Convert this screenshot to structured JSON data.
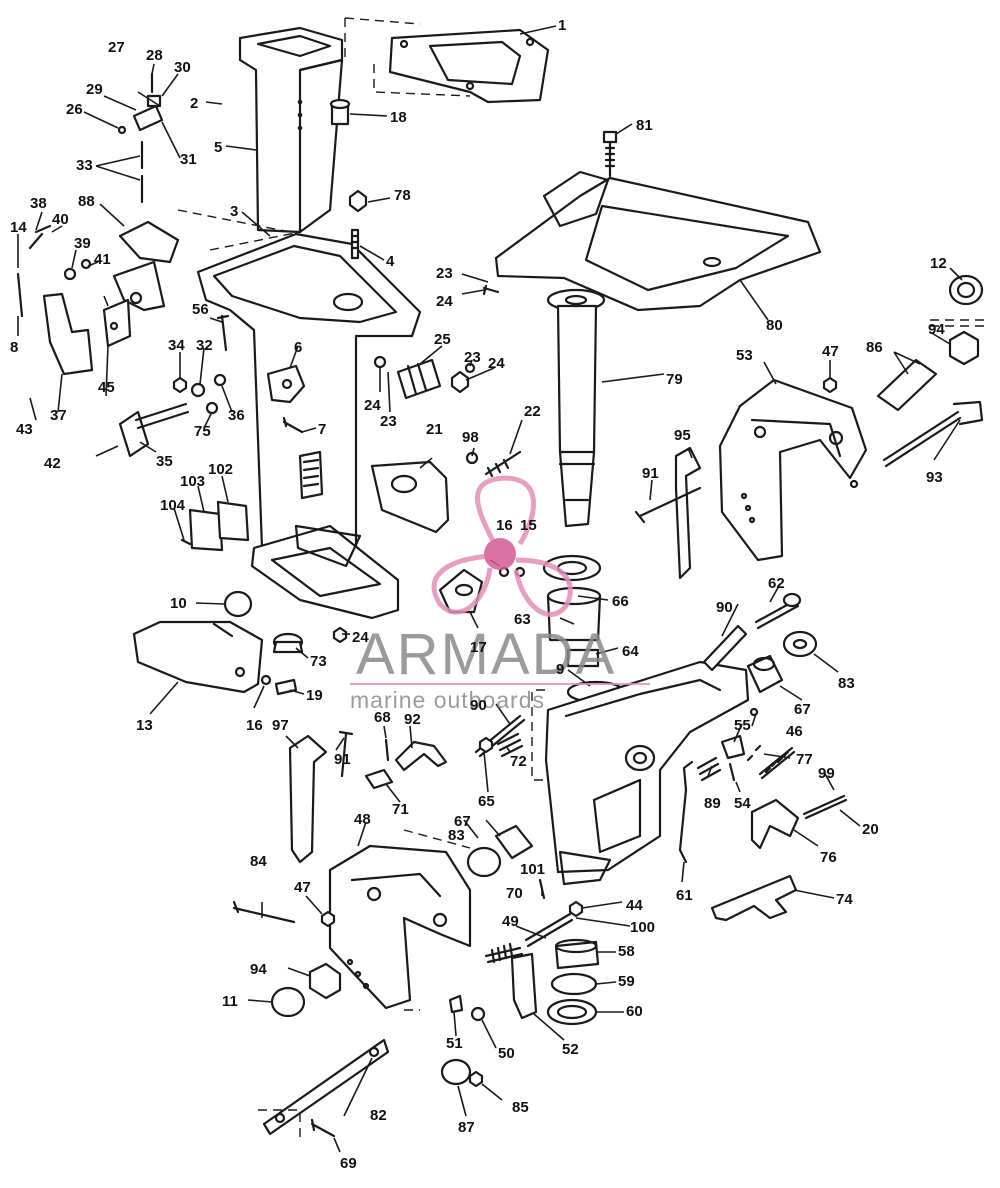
{
  "watermark": {
    "word": "ARMADA",
    "subtitle": "marine outboards",
    "word_color": "#8a8a8a",
    "accent_color": "#e28fb9",
    "hub_color": "#d55a96"
  },
  "callouts": [
    {
      "id": "c1",
      "label": "1"
    },
    {
      "id": "c2",
      "label": "2"
    },
    {
      "id": "c3",
      "label": "3"
    },
    {
      "id": "c4",
      "label": "4"
    },
    {
      "id": "c5",
      "label": "5"
    },
    {
      "id": "c6",
      "label": "6"
    },
    {
      "id": "c7",
      "label": "7"
    },
    {
      "id": "c8",
      "label": "8"
    },
    {
      "id": "c9",
      "label": "9"
    },
    {
      "id": "c10",
      "label": "10"
    },
    {
      "id": "c11",
      "label": "11"
    },
    {
      "id": "c12",
      "label": "12"
    },
    {
      "id": "c13",
      "label": "13"
    },
    {
      "id": "c14",
      "label": "14"
    },
    {
      "id": "c15",
      "label": "15"
    },
    {
      "id": "c16a",
      "label": "16"
    },
    {
      "id": "c16b",
      "label": "16"
    },
    {
      "id": "c17",
      "label": "17"
    },
    {
      "id": "c18",
      "label": "18"
    },
    {
      "id": "c19",
      "label": "19"
    },
    {
      "id": "c20",
      "label": "20"
    },
    {
      "id": "c21",
      "label": "21"
    },
    {
      "id": "c22",
      "label": "22"
    },
    {
      "id": "c23a",
      "label": "23"
    },
    {
      "id": "c23b",
      "label": "23"
    },
    {
      "id": "c23c",
      "label": "23"
    },
    {
      "id": "c24a",
      "label": "24"
    },
    {
      "id": "c24b",
      "label": "24"
    },
    {
      "id": "c24c",
      "label": "24"
    },
    {
      "id": "c24d",
      "label": "24"
    },
    {
      "id": "c25",
      "label": "25"
    },
    {
      "id": "c26",
      "label": "26"
    },
    {
      "id": "c27",
      "label": "27"
    },
    {
      "id": "c28",
      "label": "28"
    },
    {
      "id": "c29",
      "label": "29"
    },
    {
      "id": "c30",
      "label": "30"
    },
    {
      "id": "c31",
      "label": "31"
    },
    {
      "id": "c32",
      "label": "32"
    },
    {
      "id": "c33",
      "label": "33"
    },
    {
      "id": "c34",
      "label": "34"
    },
    {
      "id": "c35",
      "label": "35"
    },
    {
      "id": "c36",
      "label": "36"
    },
    {
      "id": "c37",
      "label": "37"
    },
    {
      "id": "c38",
      "label": "38"
    },
    {
      "id": "c39",
      "label": "39"
    },
    {
      "id": "c40",
      "label": "40"
    },
    {
      "id": "c41",
      "label": "41"
    },
    {
      "id": "c42",
      "label": "42"
    },
    {
      "id": "c43",
      "label": "43"
    },
    {
      "id": "c44",
      "label": "44"
    },
    {
      "id": "c45",
      "label": "45"
    },
    {
      "id": "c46",
      "label": "46"
    },
    {
      "id": "c47a",
      "label": "47"
    },
    {
      "id": "c47b",
      "label": "47"
    },
    {
      "id": "c48",
      "label": "48"
    },
    {
      "id": "c49",
      "label": "49"
    },
    {
      "id": "c50",
      "label": "50"
    },
    {
      "id": "c51",
      "label": "51"
    },
    {
      "id": "c52",
      "label": "52"
    },
    {
      "id": "c53",
      "label": "53"
    },
    {
      "id": "c54",
      "label": "54"
    },
    {
      "id": "c55",
      "label": "55"
    },
    {
      "id": "c56",
      "label": "56"
    },
    {
      "id": "c58",
      "label": "58"
    },
    {
      "id": "c59",
      "label": "59"
    },
    {
      "id": "c60",
      "label": "60"
    },
    {
      "id": "c61",
      "label": "61"
    },
    {
      "id": "c62",
      "label": "62"
    },
    {
      "id": "c63",
      "label": "63"
    },
    {
      "id": "c64",
      "label": "64"
    },
    {
      "id": "c65",
      "label": "65"
    },
    {
      "id": "c66",
      "label": "66"
    },
    {
      "id": "c67a",
      "label": "67"
    },
    {
      "id": "c67b",
      "label": "67"
    },
    {
      "id": "c68",
      "label": "68"
    },
    {
      "id": "c69",
      "label": "69"
    },
    {
      "id": "c70",
      "label": "70"
    },
    {
      "id": "c71",
      "label": "71"
    },
    {
      "id": "c72",
      "label": "72"
    },
    {
      "id": "c73",
      "label": "73"
    },
    {
      "id": "c74",
      "label": "74"
    },
    {
      "id": "c75",
      "label": "75"
    },
    {
      "id": "c76",
      "label": "76"
    },
    {
      "id": "c77",
      "label": "77"
    },
    {
      "id": "c78",
      "label": "78"
    },
    {
      "id": "c79",
      "label": "79"
    },
    {
      "id": "c80",
      "label": "80"
    },
    {
      "id": "c81",
      "label": "81"
    },
    {
      "id": "c82",
      "label": "82"
    },
    {
      "id": "c83a",
      "label": "83"
    },
    {
      "id": "c83b",
      "label": "83"
    },
    {
      "id": "c84",
      "label": "84"
    },
    {
      "id": "c85",
      "label": "85"
    },
    {
      "id": "c86",
      "label": "86"
    },
    {
      "id": "c87",
      "label": "87"
    },
    {
      "id": "c88",
      "label": "88"
    },
    {
      "id": "c89",
      "label": "89"
    },
    {
      "id": "c90a",
      "label": "90"
    },
    {
      "id": "c90b",
      "label": "90"
    },
    {
      "id": "c91a",
      "label": "91"
    },
    {
      "id": "c91b",
      "label": "91"
    },
    {
      "id": "c92",
      "label": "92"
    },
    {
      "id": "c93",
      "label": "93"
    },
    {
      "id": "c94a",
      "label": "94"
    },
    {
      "id": "c94b",
      "label": "94"
    },
    {
      "id": "c95",
      "label": "95"
    },
    {
      "id": "c97",
      "label": "97"
    },
    {
      "id": "c98",
      "label": "98"
    },
    {
      "id": "c99",
      "label": "99"
    },
    {
      "id": "c100",
      "label": "100"
    },
    {
      "id": "c101",
      "label": "101"
    },
    {
      "id": "c102",
      "label": "102"
    },
    {
      "id": "c103",
      "label": "103"
    },
    {
      "id": "c104",
      "label": "104"
    }
  ]
}
